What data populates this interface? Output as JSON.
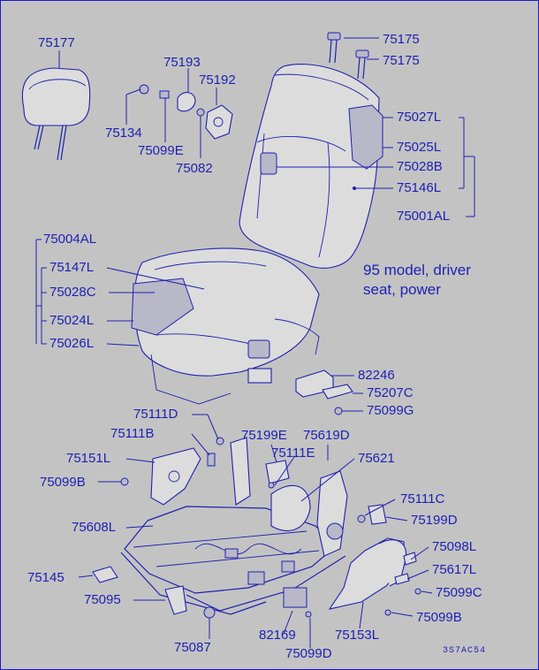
{
  "diagram": {
    "note_line1": "95 model, driver",
    "note_line2": "seat, power",
    "drawing_code": "3S7AC54",
    "parts": {
      "p75177": "75177",
      "p75175a": "75175",
      "p75175b": "75175",
      "p75193": "75193",
      "p75192": "75192",
      "p75134": "75134",
      "p75099E_top": "75099E",
      "p75082": "75082",
      "p75027L": "75027L",
      "p75025L": "75025L",
      "p75028B": "75028B",
      "p75146L": "75146L",
      "p75001AL": "75001AL",
      "p75004AL": "75004AL",
      "p75147L": "75147L",
      "p75028C": "75028C",
      "p75024L": "75024L",
      "p75026L": "75026L",
      "p82246": "82246",
      "p75207C": "75207C",
      "p75099G": "75099G",
      "p75111D": "75111D",
      "p75111B": "75111B",
      "p75199E": "75199E",
      "p75619D": "75619D",
      "p75151L": "75151L",
      "p75111E": "75111E",
      "p75621": "75621",
      "p75099B_left": "75099B",
      "p75111C": "75111C",
      "p75199D": "75199D",
      "p75608L": "75608L",
      "p75098L": "75098L",
      "p75617L": "75617L",
      "p75145": "75145",
      "p75099C": "75099C",
      "p75095": "75095",
      "p75099B_right": "75099B",
      "p82169": "82169",
      "p75153L": "75153L",
      "p75087": "75087",
      "p75099D": "75099D"
    }
  }
}
